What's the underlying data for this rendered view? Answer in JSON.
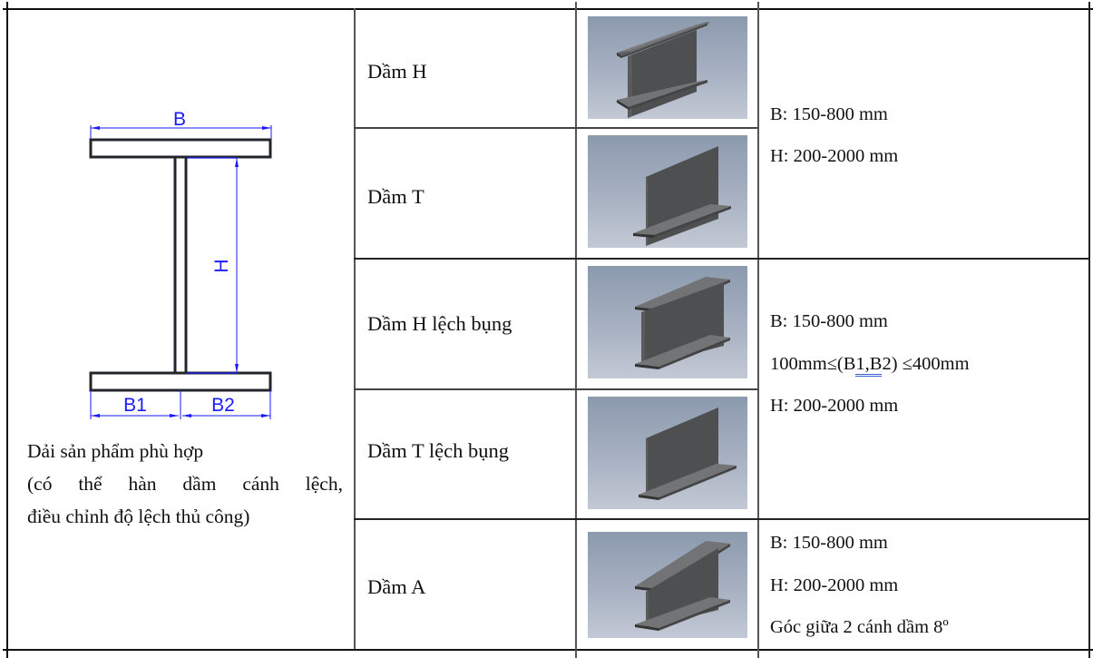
{
  "drawing": {
    "label_b": "B",
    "label_h": "H",
    "label_b1": "B1",
    "label_b2": "B2",
    "dimension_color": "#1a1aff",
    "section_color": "#22262b"
  },
  "description": {
    "line1": "Dải sản phẩm phù hợp",
    "line2_words": [
      "(có",
      "thể",
      "hàn",
      "dầm",
      "cánh",
      "lệch,"
    ],
    "line3": "điều chỉnh độ lệch thủ công)"
  },
  "beams": [
    {
      "name": "Dầm H",
      "image": "h-beam-3d-icon"
    },
    {
      "name": "Dầm T",
      "image": "t-beam-3d-icon"
    },
    {
      "name": "Dầm H lệch bụng",
      "image": "offset-h-beam-3d-icon"
    },
    {
      "name": "Dầm T lệch bụng",
      "image": "offset-t-beam-3d-icon"
    },
    {
      "name": "Dầm A",
      "image": "tapered-a-beam-3d-icon"
    }
  ],
  "specs": [
    {
      "lines": [
        "B: 150-800 mm",
        "H: 200-2000 mm"
      ]
    },
    {
      "b": "B: 150-800 mm",
      "offset_prefix": "100mm≤(B",
      "offset_underlined": "1,B",
      "offset_suffix": "2) ≤400mm",
      "h": "H: 200-2000 mm"
    },
    {
      "lines": [
        "B: 150-800 mm",
        "H: 200-2000 mm",
        "Góc giữa 2 cánh dầm 8º"
      ]
    }
  ]
}
